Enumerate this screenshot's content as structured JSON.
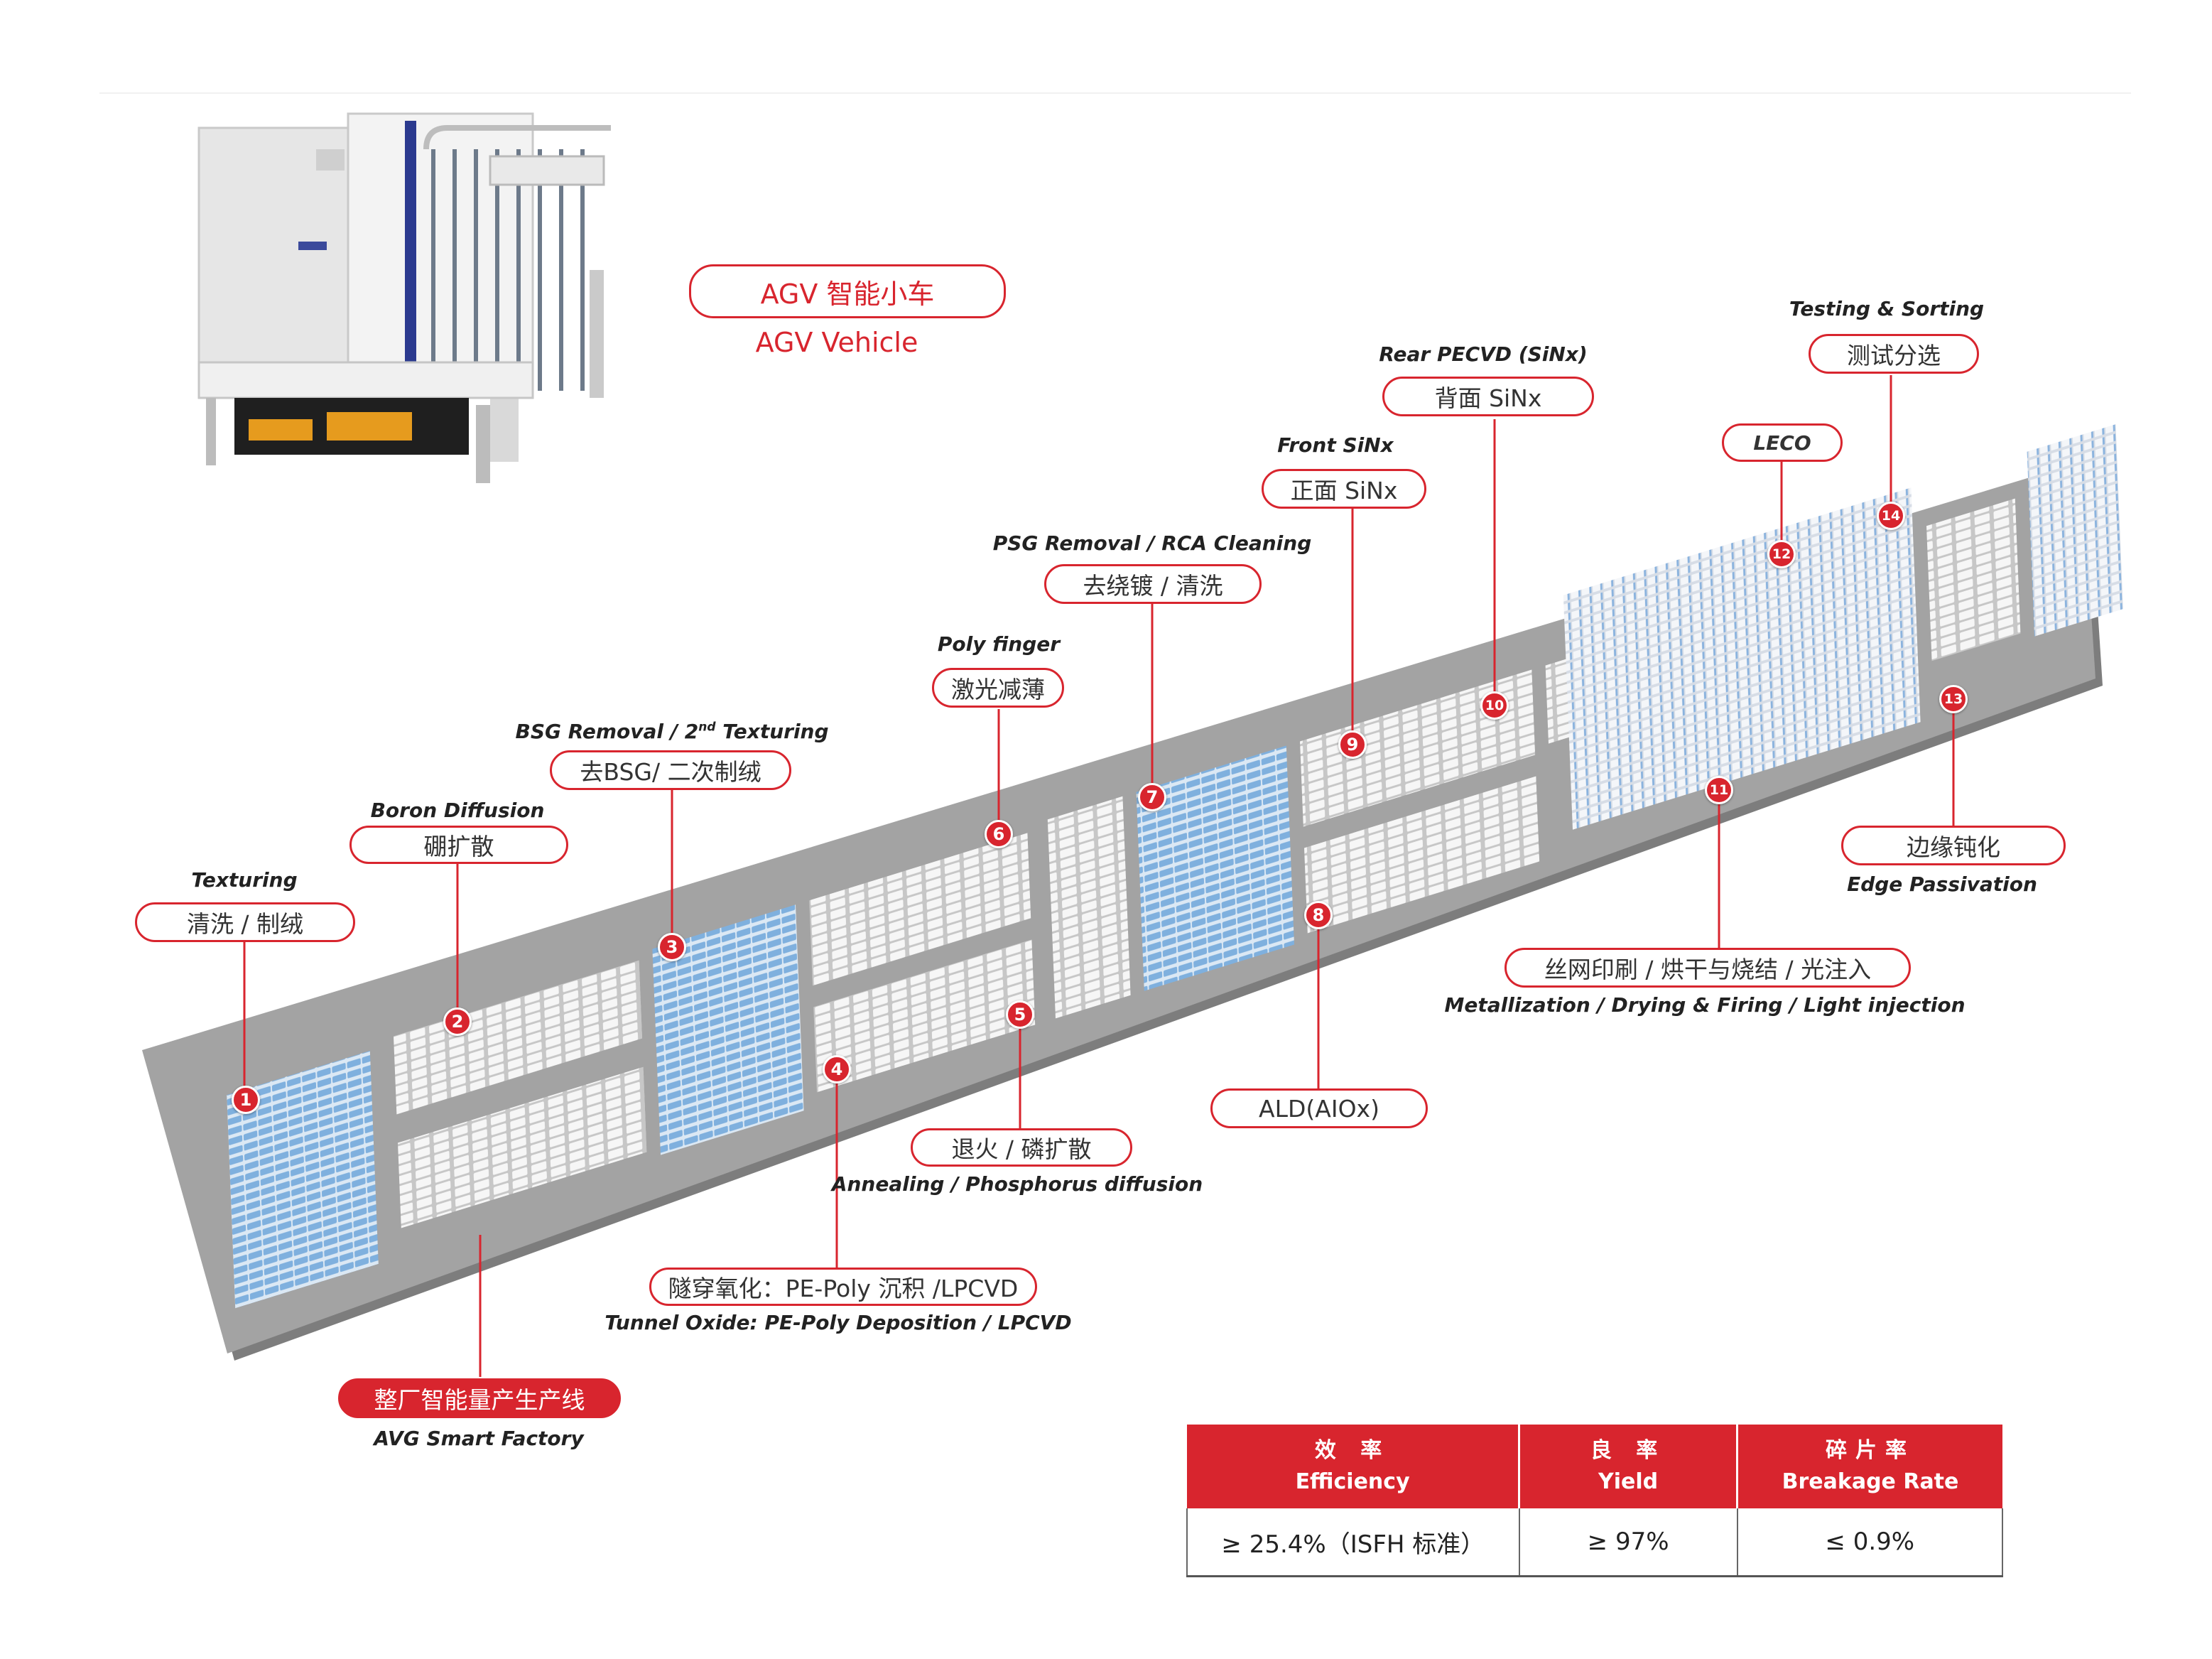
{
  "agv": {
    "zh": "AGV 智能小车",
    "en": "AGV Vehicle"
  },
  "stations": [
    {
      "n": "1",
      "zh": "清洗 / 制绒",
      "en": "Texturing"
    },
    {
      "n": "2",
      "zh": "硼扩散",
      "en": "Boron Diffusion"
    },
    {
      "n": "3",
      "zh": "去BSG/ 二次制绒",
      "en_main": "BSG Removal / 2",
      "en_sup": "nd",
      "en_tail": " Texturing"
    },
    {
      "n": "4",
      "zh": "隧穿氧化：PE-Poly 沉积 /LPCVD",
      "en": "Tunnel Oxide: PE-Poly Deposition / LPCVD"
    },
    {
      "n": "5",
      "zh": "退火 / 磷扩散",
      "en": "Annealing / Phosphorus diffusion"
    },
    {
      "n": "6",
      "zh": "激光减薄",
      "en": "Poly finger"
    },
    {
      "n": "7",
      "zh": "去绕镀 / 清洗",
      "en": "PSG Removal / RCA Cleaning"
    },
    {
      "n": "8",
      "zh": "ALD(AIOx)",
      "en": ""
    },
    {
      "n": "9",
      "zh": "正面 SiNx",
      "en": "Front SiNx"
    },
    {
      "n": "10",
      "zh": "背面 SiNx",
      "en": "Rear PECVD (SiNx)"
    },
    {
      "n": "11",
      "zh": "丝网印刷 / 烘干与烧结 / 光注入",
      "en": "Metallization / Drying & Firing / Light injection"
    },
    {
      "n": "12",
      "zh": "LECO",
      "en": ""
    },
    {
      "n": "13",
      "zh": "边缘钝化",
      "en": "Edge Passivation"
    },
    {
      "n": "14",
      "zh": "测试分选",
      "en": "Testing & Sorting"
    }
  ],
  "factory": {
    "zh": "整厂智能量产生产线",
    "en": "AVG Smart Factory"
  },
  "metrics": {
    "headers": [
      {
        "zh": "效 率",
        "en": "Efficiency"
      },
      {
        "zh": "良 率",
        "en": "Yield"
      },
      {
        "zh": "碎片率",
        "en": "Breakage Rate"
      }
    ],
    "values": [
      "≥ 25.4%（ISFH 标准）",
      "≥ 97%",
      "≤ 0.9%"
    ]
  },
  "colors": {
    "accent": "#d8252e",
    "floor": "#9a9a9a",
    "tube": "#9fc6e8"
  }
}
